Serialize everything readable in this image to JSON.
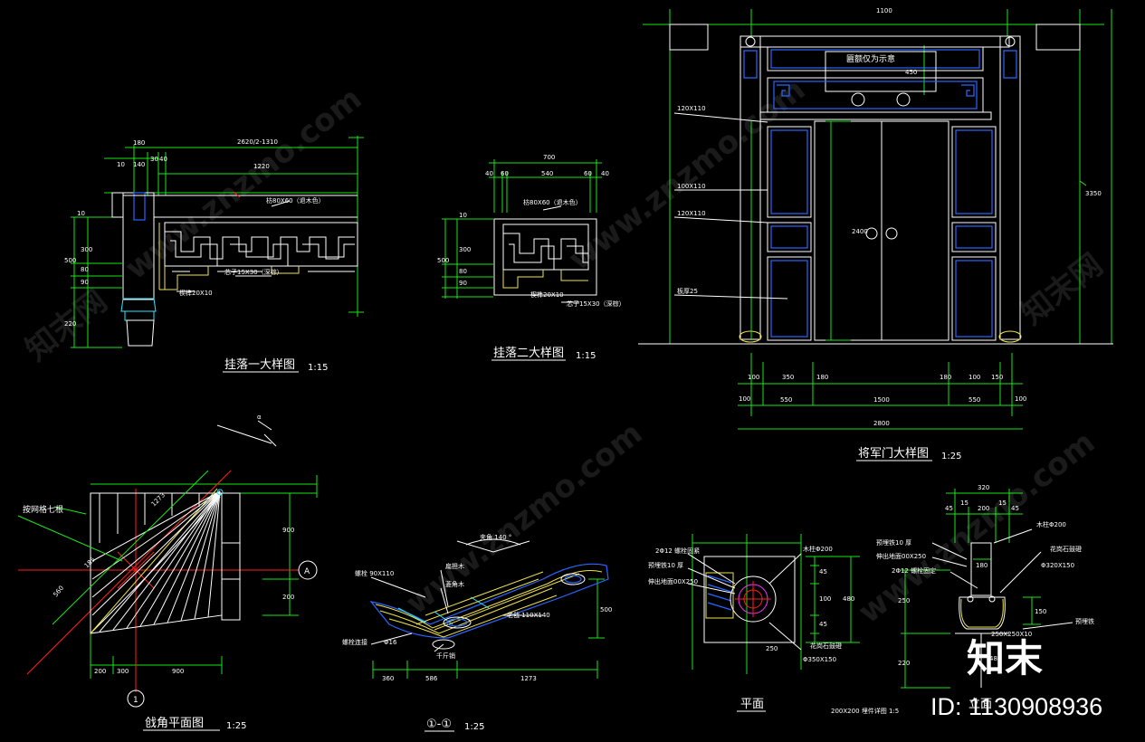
{
  "drawings": {
    "guaLuo1": {
      "title": "挂落一大样图",
      "scale": "1:15",
      "dims": {
        "total": "2620/2-1310",
        "d180": "180",
        "d10": "10",
        "d140": "140",
        "d30": "30",
        "d40": "40",
        "d1220": "1220",
        "v10": "10",
        "v300": "300",
        "v500": "500",
        "v80": "80",
        "v90": "90",
        "v220": "220"
      },
      "notes": {
        "frame": "枋80X60（退木色）",
        "core": "芯子15X30（深棕）",
        "peg": "楔榫20X10"
      }
    },
    "guaLuo2": {
      "title": "挂落二大样图",
      "scale": "1:15",
      "dims": {
        "top": "700",
        "s40a": "40",
        "s60a": "60",
        "s540": "540",
        "s60b": "60",
        "s40b": "40",
        "v10": "10",
        "v300": "300",
        "v500": "500",
        "v80": "80",
        "v90": "90"
      },
      "notes": {
        "frame": "枋80X60（退木色）",
        "peg": "楔榫20X10",
        "core": "芯子15X30（深棕）"
      }
    },
    "door": {
      "title": "将军门大样图",
      "scale": "1:25",
      "sign": "匾额仅为示意",
      "dims": {
        "top": "1100",
        "h450": "450",
        "h3350": "3350",
        "h2400": "2400",
        "s100a": "100",
        "s350": "350",
        "s180a": "180",
        "s180b": "180",
        "s100b": "100",
        "s150": "150",
        "s100c": "100",
        "s100d": "100",
        "w550a": "550",
        "w1500": "1500",
        "w550b": "550",
        "w2800": "2800"
      },
      "notes": {
        "n1": "120X110",
        "n2": "100X110",
        "n3": "120X110",
        "n4": "板厚25"
      }
    },
    "corner": {
      "title": "戗角平面图",
      "scale": "1:25",
      "note": "按网格七根",
      "axisA": "A",
      "axis1": "1",
      "dims": {
        "d1273": "1273",
        "d900v": "900",
        "d200v": "200",
        "d200h": "200",
        "d300h": "300",
        "d900h": "900",
        "d560": "560",
        "d185": "185"
      }
    },
    "section": {
      "title": "①-①",
      "scale": "1:25",
      "angle": "夹角 140 °",
      "notes": {
        "n1": "螺栓 90X110",
        "n2": "扁担木",
        "n3": "菱角木",
        "n4": "老戗 110X140",
        "n5": "螺栓连接",
        "n6": "Φ16",
        "n7": "千斤销"
      },
      "dims": {
        "d360": "360",
        "d586": "586",
        "d1273": "1273",
        "d500": "500"
      }
    },
    "plan": {
      "title": "平面",
      "notes": {
        "n1": "2Φ12 螺栓固紧",
        "n2": "预埋铁10 厚",
        "n3": "伸出地面00X250",
        "n4": "木柱Φ200",
        "n5": "花岗石鼓磴",
        "n6": "Φ350X150"
      },
      "dims": {
        "d45a": "45",
        "d45b": "45",
        "d100": "100",
        "d250": "250",
        "d480": "480"
      }
    },
    "elev": {
      "title": "立面",
      "notes": {
        "n1": "预埋铁10 厚",
        "n2": "伸出地面00X250",
        "n3": "2Φ12 螺栓固定",
        "n4": "木柱Φ200",
        "n5": "花岗石鼓磴",
        "n6": "Φ320X150",
        "n7": "预埋铁",
        "n8": "250X250X10"
      },
      "dims": {
        "top": "320",
        "d45a": "45",
        "d15a": "15",
        "d200": "200",
        "d15b": "15",
        "d45b": "45",
        "d180": "180",
        "d250": "250",
        "d150": "150",
        "d220": "220",
        "d480": "480"
      },
      "footer": "200X200 埋件详图 1:5"
    }
  },
  "watermark": {
    "site": "www.znzmo.com",
    "brand": "知末网",
    "logo": "知末",
    "id": "ID: 1130908936"
  },
  "colors": {
    "background": "#000000",
    "dim": "#19e619",
    "line": "#ffffff",
    "detail": "#f0e34a",
    "panel": "#2a67ff",
    "axis": "#ff2020"
  }
}
